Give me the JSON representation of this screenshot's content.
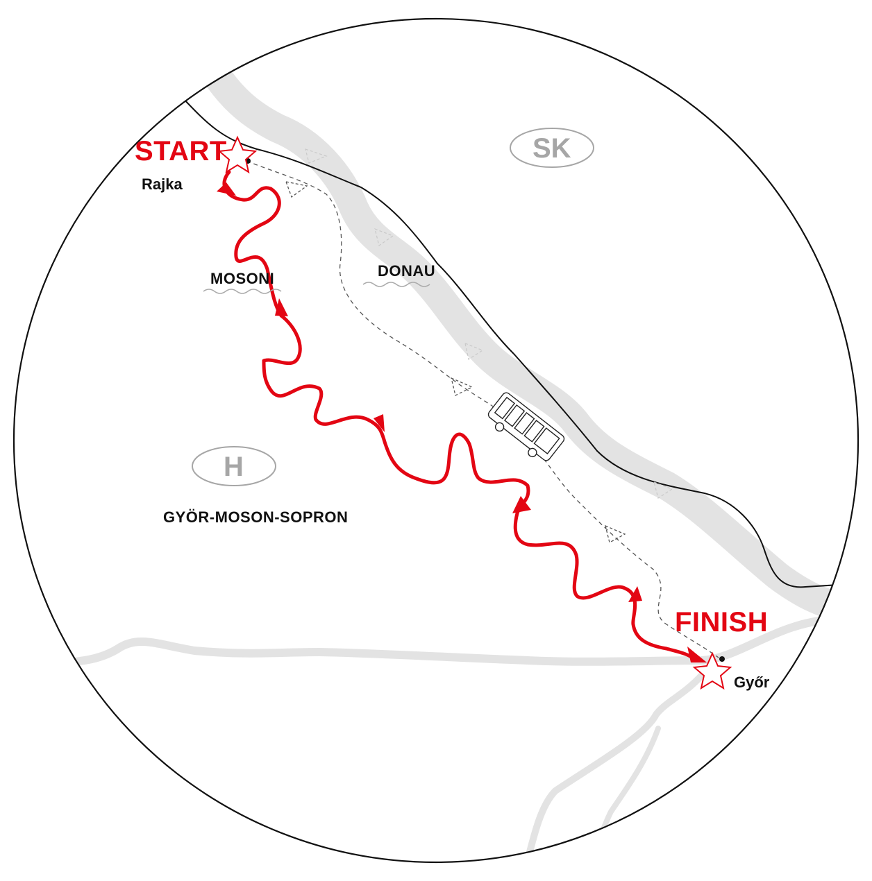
{
  "route": {
    "start_label": "START",
    "finish_label": "FINISH",
    "start_place": "Rajka",
    "finish_place": "Győr"
  },
  "rivers": {
    "mosoni": "MOSONI",
    "donau": "DONAU"
  },
  "countries": {
    "slovakia": "SK",
    "hungary": "H"
  },
  "regions": {
    "county": "GYÖR-MOSON-SOPRON"
  },
  "colors": {
    "route": "#e30613",
    "river_fill": "#e3e3e3",
    "border": "#111111",
    "dashed_path": "#555555",
    "badge_text": "#a6a6a6"
  },
  "icons": [
    "start-star-icon",
    "finish-star-icon",
    "support-bus-icon",
    "direction-arrow-icon",
    "waves-icon",
    "tent-icon"
  ]
}
